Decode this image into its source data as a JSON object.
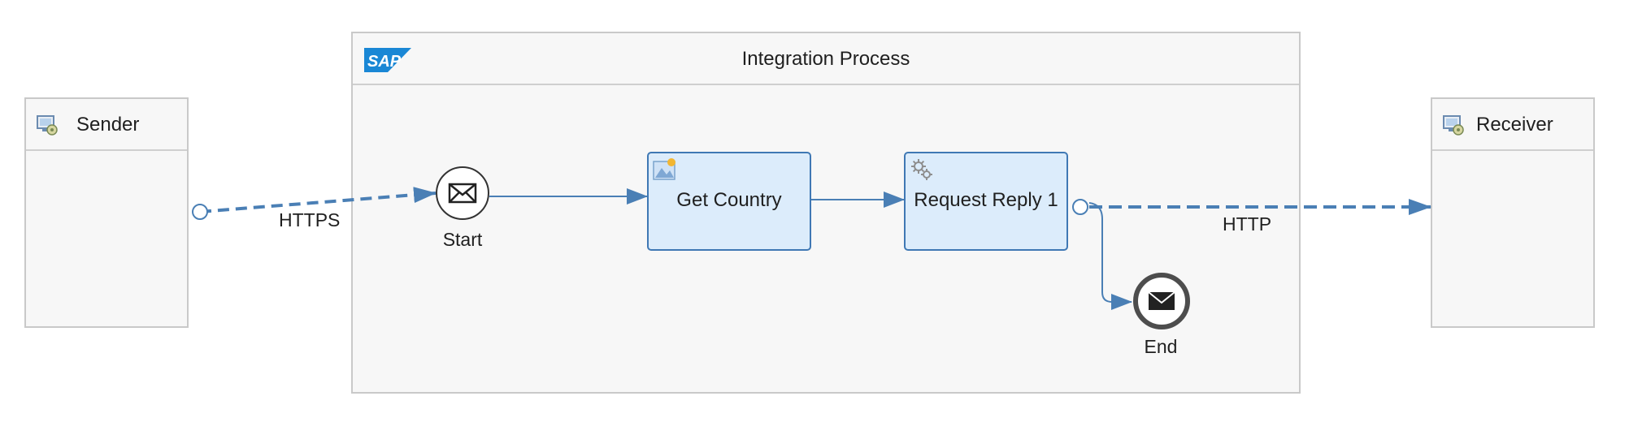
{
  "sender": {
    "title": "Sender",
    "icon": "system-icon"
  },
  "receiver": {
    "title": "Receiver",
    "icon": "system-icon"
  },
  "process": {
    "title": "Integration Process",
    "logo": "SAP"
  },
  "events": {
    "start": {
      "label": "Start",
      "icon": "envelope-icon"
    },
    "end": {
      "label": "End",
      "icon": "envelope-filled-icon"
    }
  },
  "tasks": {
    "get_country": {
      "label": "Get Country",
      "icon": "content-modifier-icon"
    },
    "request_reply": {
      "label": "Request Reply 1",
      "icon": "gear-icon"
    }
  },
  "connections": {
    "sender_to_start": {
      "label": "HTTPS",
      "style": "dashed"
    },
    "request_to_receiver": {
      "label": "HTTP",
      "style": "dashed"
    }
  },
  "colors": {
    "flow": "#4a7fb5",
    "task_fill": "#dcecfb",
    "task_border": "#3f78b4",
    "pool_fill": "#f7f7f7",
    "pool_border": "#c9c9c9",
    "sap_blue": "#1a87d5"
  }
}
